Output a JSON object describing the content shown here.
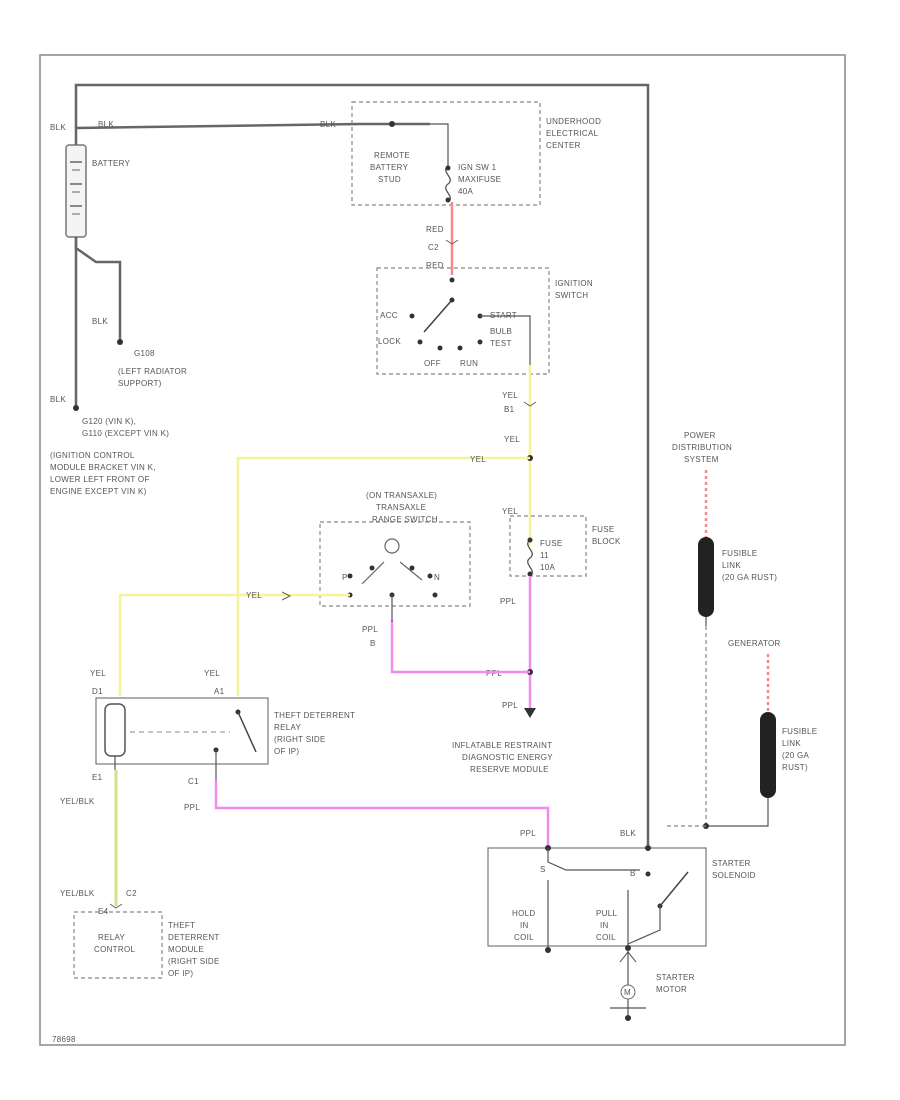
{
  "footer_code": "78698",
  "battery": {
    "label": "BATTERY",
    "wire_neg": "BLK",
    "wire_pos1": "BLK",
    "wire_pos2": "BLK"
  },
  "grounds": {
    "g108_wire": "BLK",
    "g108_label": "G108",
    "g108_desc1": "(LEFT RADIATOR",
    "g108_desc2": "SUPPORT)",
    "g120_wire": "BLK",
    "g120_line1": "G120 (VIN K),",
    "g120_line2": "G110 (EXCEPT VIN K)",
    "g120_line3": "(IGNITION CONTROL",
    "g120_line4": "MODULE BRACKET VIN K,",
    "g120_line5": "LOWER LEFT FRONT OF",
    "g120_line6": "ENGINE EXCEPT VIN K)"
  },
  "underhood": {
    "line1": "UNDERHOOD",
    "line2": "ELECTRICAL",
    "line3": "CENTER",
    "stud1": "REMOTE",
    "stud2": "BATTERY",
    "stud3": "STUD",
    "fuse1": "IGN SW 1",
    "fuse2": "MAXIFUSE",
    "fuse3": "40A",
    "wire_red": "RED",
    "conn": "C2",
    "wire_red2": "RED"
  },
  "ignition": {
    "line1": "IGNITION",
    "line2": "SWITCH",
    "acc": "ACC",
    "lock": "LOCK",
    "start": "START",
    "bulb1": "BULB",
    "bulb2": "TEST",
    "off": "OFF",
    "run": "RUN",
    "wire_yel": "YEL",
    "conn": "B1",
    "wire_yel2": "YEL",
    "wire_yel3": "YEL"
  },
  "range_switch": {
    "line1": "(ON TRANSAXLE)",
    "line2": "TRANSAXLE",
    "line3": "RANGE SWITCH",
    "p": "P",
    "n": "N",
    "wire_yel": "YEL",
    "wire_ppl": "PPL",
    "conn": "B"
  },
  "fuse_block": {
    "line1": "FUSE",
    "line2": "BLOCK",
    "fuse": "FUSE",
    "num": "11",
    "amp": "10A",
    "wire_yel": "YEL",
    "wire_ppl": "PPL",
    "wire_ppl2": "PPL",
    "wire_ppl3": "PPL"
  },
  "airbag": {
    "line1": "INFLATABLE RESTRAINT",
    "line2": "DIAGNOSTIC ENERGY",
    "line3": "RESERVE MODULE"
  },
  "relay": {
    "line1": "THEFT DETERRENT",
    "line2": "RELAY",
    "line3": "(RIGHT SIDE",
    "line4": "OF IP)",
    "wire_yel_l": "YEL",
    "conn_d1": "D1",
    "wire_yel_r": "YEL",
    "conn_a1": "A1",
    "conn_e1": "E1",
    "conn_c1": "C1",
    "wire_ppl": "PPL",
    "wire_ylb": "YEL/BLK"
  },
  "theft_module": {
    "wire": "YEL/BLK",
    "conn": "C2",
    "pin": "E4",
    "relay1": "RELAY",
    "relay2": "CONTROL",
    "line1": "THEFT",
    "line2": "DETERRENT",
    "line3": "MODULE",
    "line4": "(RIGHT SIDE",
    "line5": "OF IP)"
  },
  "power_dist": {
    "line1": "POWER",
    "line2": "DISTRIBUTION",
    "line3": "SYSTEM",
    "fl1": "FUSIBLE",
    "fl2": "LINK",
    "fl3": "(20 GA RUST)"
  },
  "generator": {
    "label": "GENERATOR",
    "fl1": "FUSIBLE",
    "fl2": "LINK",
    "fl3": "(20 GA",
    "fl4": "RUST)"
  },
  "starter": {
    "wire_ppl": "PPL",
    "wire_blk": "BLK",
    "line1": "STARTER",
    "line2": "SOLENOID",
    "s": "S",
    "b": "B",
    "hold1": "HOLD",
    "hold2": "IN",
    "hold3": "COIL",
    "pull1": "PULL",
    "pull2": "IN",
    "pull3": "COIL",
    "motor1": "STARTER",
    "motor2": "MOTOR",
    "m": "M"
  }
}
